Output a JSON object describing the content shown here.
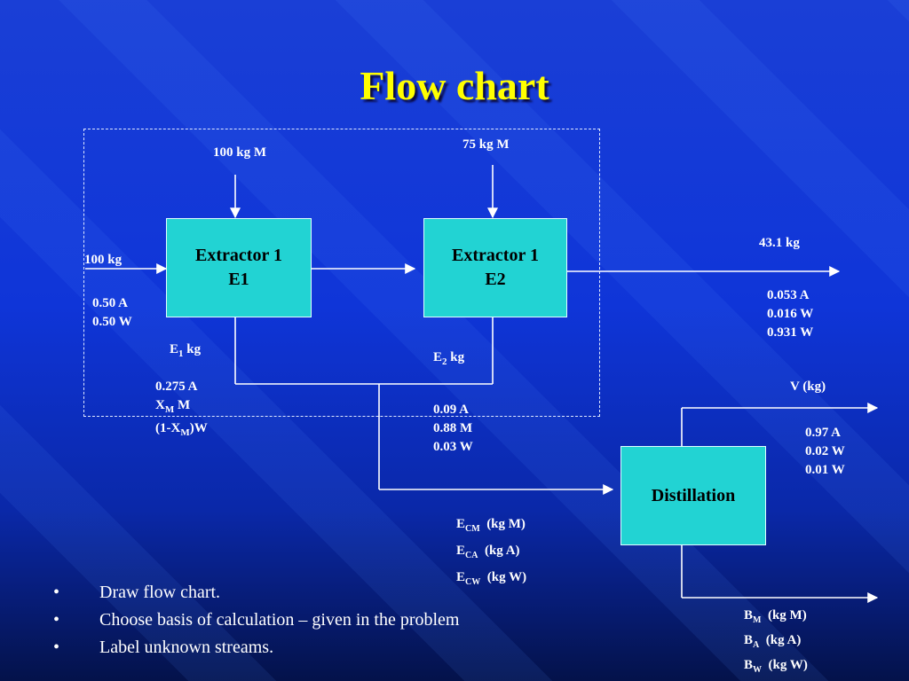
{
  "slide": {
    "title": "Flow chart"
  },
  "boxes": {
    "e1": {
      "line1": "Extractor 1",
      "line2": "E1"
    },
    "e2": {
      "line1": "Extractor 1",
      "line2": "E2"
    },
    "dist": {
      "label": "Distillation"
    }
  },
  "streams": {
    "feed_m1": "100 kg M",
    "feed_m2": "75 kg M",
    "feed": {
      "mass": "100 kg",
      "comp": [
        "0.50 A",
        "0.50 W"
      ]
    },
    "raffinate": {
      "mass": "43.1 kg",
      "comp": [
        "0.053 A",
        "0.016 W",
        "0.931 W"
      ]
    },
    "extract1": {
      "label_main": "E",
      "label_sub": "1",
      "label_tail": " kg",
      "comp_a": "0.275 A",
      "comp_m_main": "X",
      "comp_m_sub": "M",
      "comp_m_tail": " M",
      "comp_w_pre": "(1-X",
      "comp_w_sub": "M",
      "comp_w_tail": ")W"
    },
    "extract2": {
      "label_main": "E",
      "label_sub": "2",
      "label_tail": " kg",
      "comp": [
        "0.09 A",
        "0.88 M",
        "0.03 W"
      ]
    },
    "combined": [
      {
        "main": "E",
        "sub": "CM",
        "tail": "  (kg M)"
      },
      {
        "main": "E",
        "sub": "CA",
        "tail": "  (kg A)"
      },
      {
        "main": "E",
        "sub": "CW",
        "tail": "  (kg W)"
      }
    ],
    "vapor": {
      "label": "V (kg)",
      "comp": [
        "0.97 A",
        "0.02 W",
        "0.01 W"
      ]
    },
    "bottoms": [
      {
        "main": "B",
        "sub": "M",
        "tail": "  (kg M)"
      },
      {
        "main": "B",
        "sub": "A",
        "tail": "  (kg A)"
      },
      {
        "main": "B",
        "sub": "W",
        "tail": "  (kg W)"
      }
    ]
  },
  "bullets": {
    "mark": "•",
    "items": [
      "Draw flow chart.",
      "Choose basis of calculation – given in the problem",
      "Label unknown streams."
    ]
  }
}
